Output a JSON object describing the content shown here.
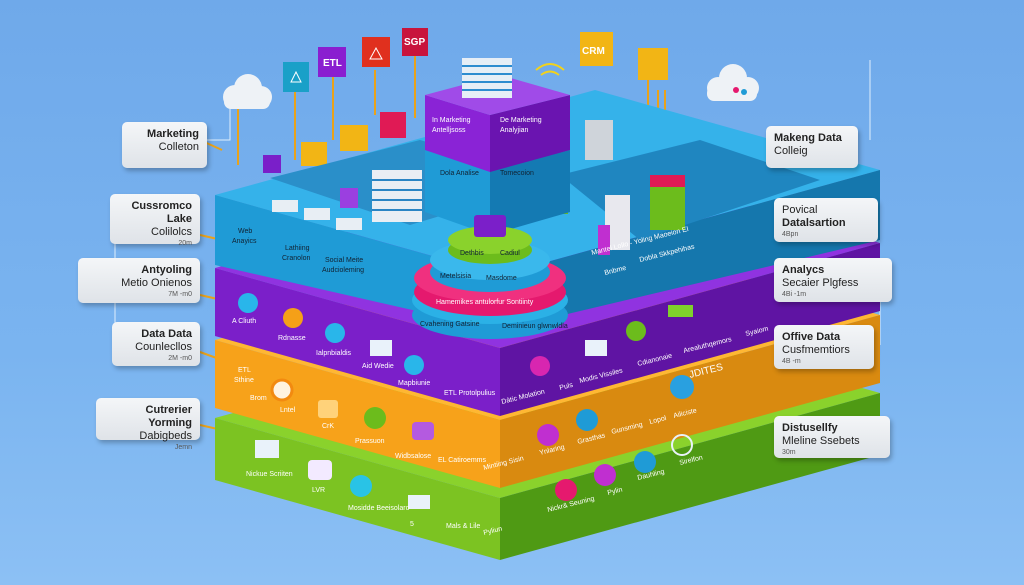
{
  "left_callouts": [
    {
      "title": "Marketing",
      "sub": "Colleton",
      "small": ""
    },
    {
      "title": "Cussromco Lake",
      "sub": "Colilolcs",
      "small": "20m"
    },
    {
      "title": "Antyoling",
      "sub": "Metio Onienos",
      "small": "7M -m0"
    },
    {
      "title": "Data Data",
      "sub": "Counlecllos",
      "small": "2M -m0"
    },
    {
      "title": "Cutrerier Yorming",
      "sub": "Dabigbeds",
      "small": "Jemn"
    }
  ],
  "right_callouts": [
    {
      "title": "Makeng Data",
      "sub": "Colleig",
      "small": ""
    },
    {
      "title": "Povical",
      "sub": "Datalsartion",
      "small": "4Bpn"
    },
    {
      "title": "Analycs",
      "sub": "Secaier Plgfess",
      "small": "4Bi -1m"
    },
    {
      "title": "Offive Data",
      "sub": "Cusfmemtiors",
      "small": "4B -m"
    },
    {
      "title": "Distusellfy",
      "sub": "Mleline Ssebets",
      "small": "30m"
    }
  ],
  "top_tags": {
    "etl": "ETL",
    "sgp": "SGP",
    "crm": "CRM"
  },
  "tower": {
    "left": [
      "In Marketing",
      "Antelljsoss"
    ],
    "right": [
      "De Marketing",
      "Analyjian"
    ],
    "base_left": "Dola Analise",
    "base_right": "Tomecoion"
  },
  "blue_layer": {
    "left": [
      "Web",
      "Anayics",
      "Lathiing",
      "Cranolon",
      "Social Meite",
      "Audcioleming"
    ],
    "right": [
      "Mantel Lollo - Yoling Maoeion EI",
      "Dobla Skkpehihas",
      "Bnbme"
    ]
  },
  "rings": {
    "top": [
      "Dethbis",
      "Cadiul"
    ],
    "mid": [
      "Metelsisia",
      "Masdome"
    ],
    "pink": "Hamemikes antulorfur Sontiinty",
    "base": [
      "Cvahening Gatsine",
      "Deminieun glwnwldla"
    ]
  },
  "purple_layer": {
    "left": [
      "A Cliuth",
      "Rdnasse",
      "Ialpnbialdis",
      "Aid Wedie",
      "Mapbiunie",
      "ETL Protolpulius"
    ],
    "right": [
      "Dátic Molation",
      "Puls",
      "Modis Vissiles",
      "Cdianonaie",
      "Arealuthqemors",
      "Syaiom"
    ]
  },
  "orange_layer": {
    "left": [
      "ETL",
      "Sthine",
      "Brom",
      "Lntel",
      "CrK",
      "Prassuon",
      "Widbsalose",
      "EL Catiroemms"
    ],
    "right": [
      "Mintiing Sisin",
      "Ynlaring",
      "Grasthas",
      "Gunsming",
      "Lopol",
      "Ailiciste",
      "JDITES"
    ]
  },
  "green_layer": {
    "left": [
      "Nickue Scriiten",
      "LVR",
      "Mosidde Beeisolaro",
      "5",
      "Mals & Lile"
    ],
    "right": [
      "Pyliun",
      "Nickr& Seuning",
      "Pylin",
      "Dauhling",
      "Sirelfon"
    ]
  },
  "colors": {
    "background": "#74aeee",
    "blue": "#1f9bd6",
    "purple": "#7b1fc9",
    "orange": "#f5a017",
    "green": "#6cbc1c",
    "pink": "#e5196e",
    "callout": "#e8ebef"
  }
}
